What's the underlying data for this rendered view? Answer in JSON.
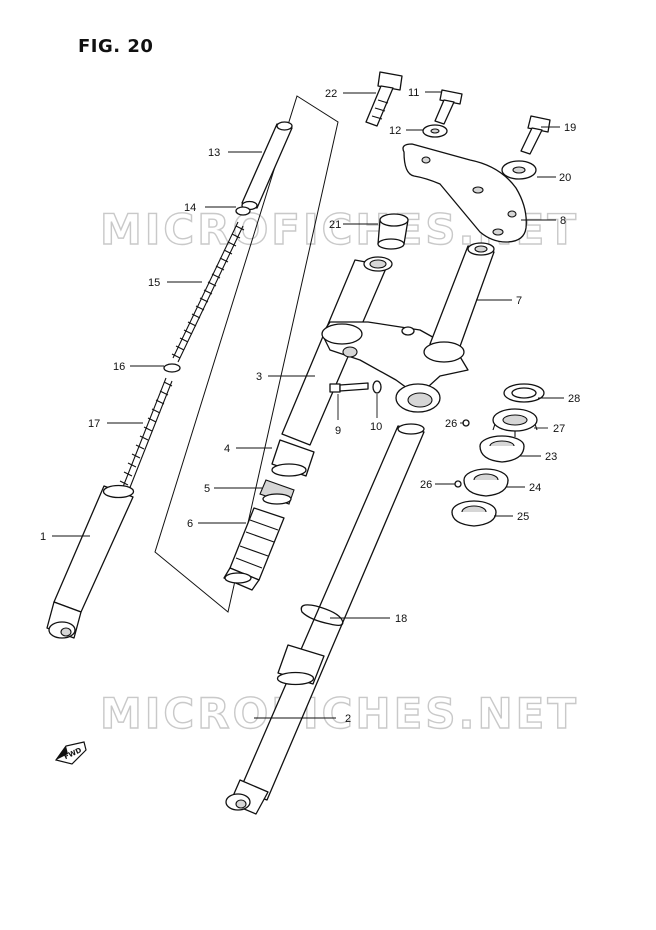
{
  "title": "FIG. 20",
  "watermark": "MICROFICHES.NET",
  "fwd_label": "FWD",
  "callouts": {
    "p1": "1",
    "p2": "2",
    "p3": "3",
    "p4": "4",
    "p5": "5",
    "p6": "6",
    "p7": "7",
    "p8": "8",
    "p9": "9",
    "p10": "10",
    "p11": "11",
    "p12": "12",
    "p13": "13",
    "p14": "14",
    "p15": "15",
    "p16": "16",
    "p17": "17",
    "p18": "18",
    "p19": "19",
    "p20": "20",
    "p21": "21",
    "p22": "22",
    "p23": "23",
    "p24": "24",
    "p25": "25",
    "p26a": "26",
    "p26b": "26",
    "p27": "27",
    "p28": "28"
  }
}
